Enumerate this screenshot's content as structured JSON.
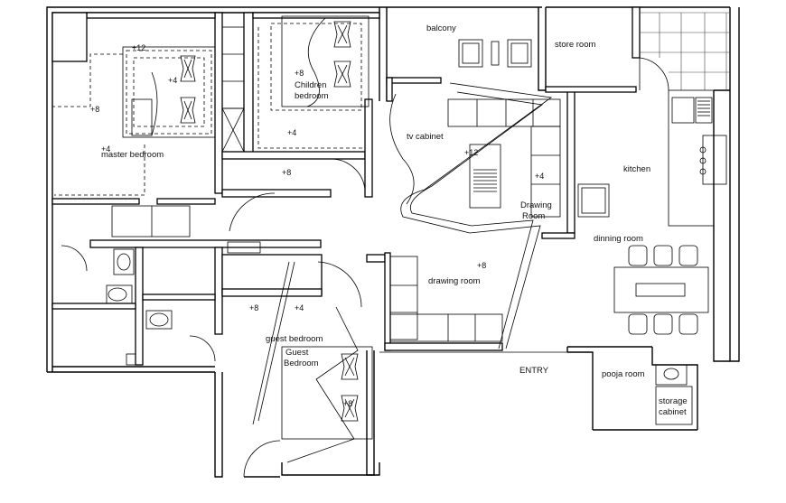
{
  "rooms": {
    "balcony": "balcony",
    "store_room": "store room",
    "tv_cabinet": "tv cabinet",
    "kitchen": "kitchen",
    "children_bedroom_1": "Children",
    "children_bedroom_2": "bedroom",
    "master_bedroom": "master bedroom",
    "drawing_room_a_1": "Drawing",
    "drawing_room_a_2": "Room",
    "dinning_room": "dinning room",
    "drawing_room_b": "drawing room",
    "guest_bedroom_a": "guest bedroom",
    "guest_bedroom_b_1": "Guest",
    "guest_bedroom_b_2": "Bedroom",
    "entry": "ENTRY",
    "pooja_room": "pooja room",
    "storage_cabinet_1": "storage",
    "storage_cabinet_2": "cabinet"
  },
  "levels": {
    "master_p12": "+12",
    "master_p4": "+4",
    "master_p8": "+8",
    "master_p4b": "+4",
    "children_p8": "+8",
    "children_p4": "+4",
    "corridor_p8": "+8",
    "living_p12": "+12",
    "living_p4": "+4",
    "drawing_p8": "+8",
    "guest_p8": "+8",
    "guest_p4": "+4",
    "guest_bed_p8": "+8"
  }
}
